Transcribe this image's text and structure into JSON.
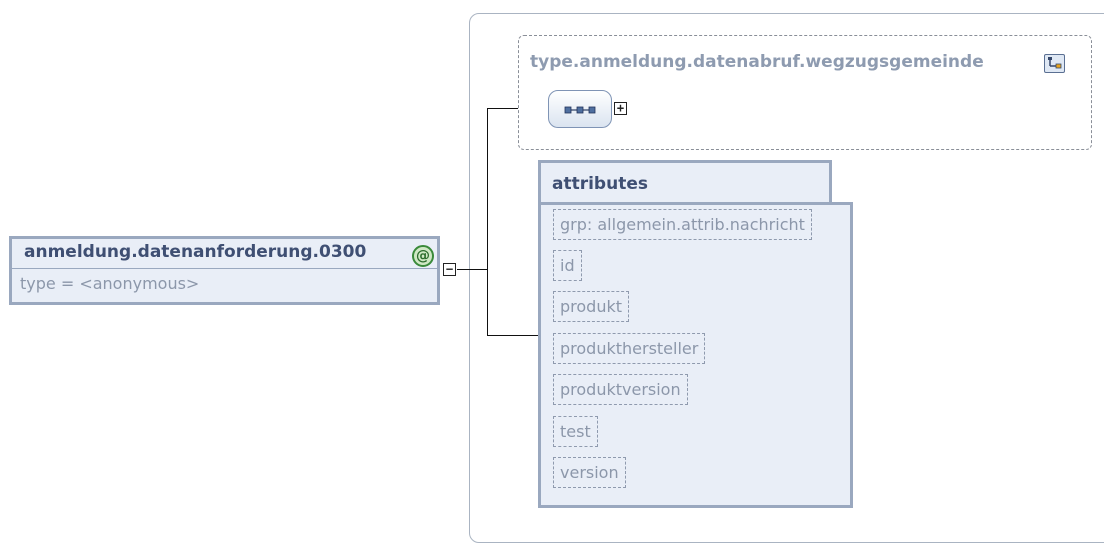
{
  "element": {
    "name": "anmeldung.datenanforderung.0300",
    "type_label": "type = <anonymous>",
    "attribute_badge": "@",
    "collapse_symbol": "−"
  },
  "complex_type": {
    "name": "type.anmeldung.datenabruf.wegzugsgemeinde",
    "sequence_expand_symbol": "+"
  },
  "attributes": {
    "title": "attributes",
    "items": [
      "grp: allgemein.attrib.nachricht",
      "id",
      "produkt",
      "produkthersteller",
      "produktversion",
      "test",
      "version"
    ]
  },
  "icons": {
    "element_attribute": "attribute-badge-icon",
    "type": "complex-type-icon",
    "sequence": "sequence-compositor-icon"
  },
  "colors": {
    "box_fill": "#e9eef7",
    "box_border": "#9aa8bf",
    "title_text": "#3f4f73",
    "muted_text": "#8c97aa",
    "attr_badge": "#3a8a3a"
  }
}
